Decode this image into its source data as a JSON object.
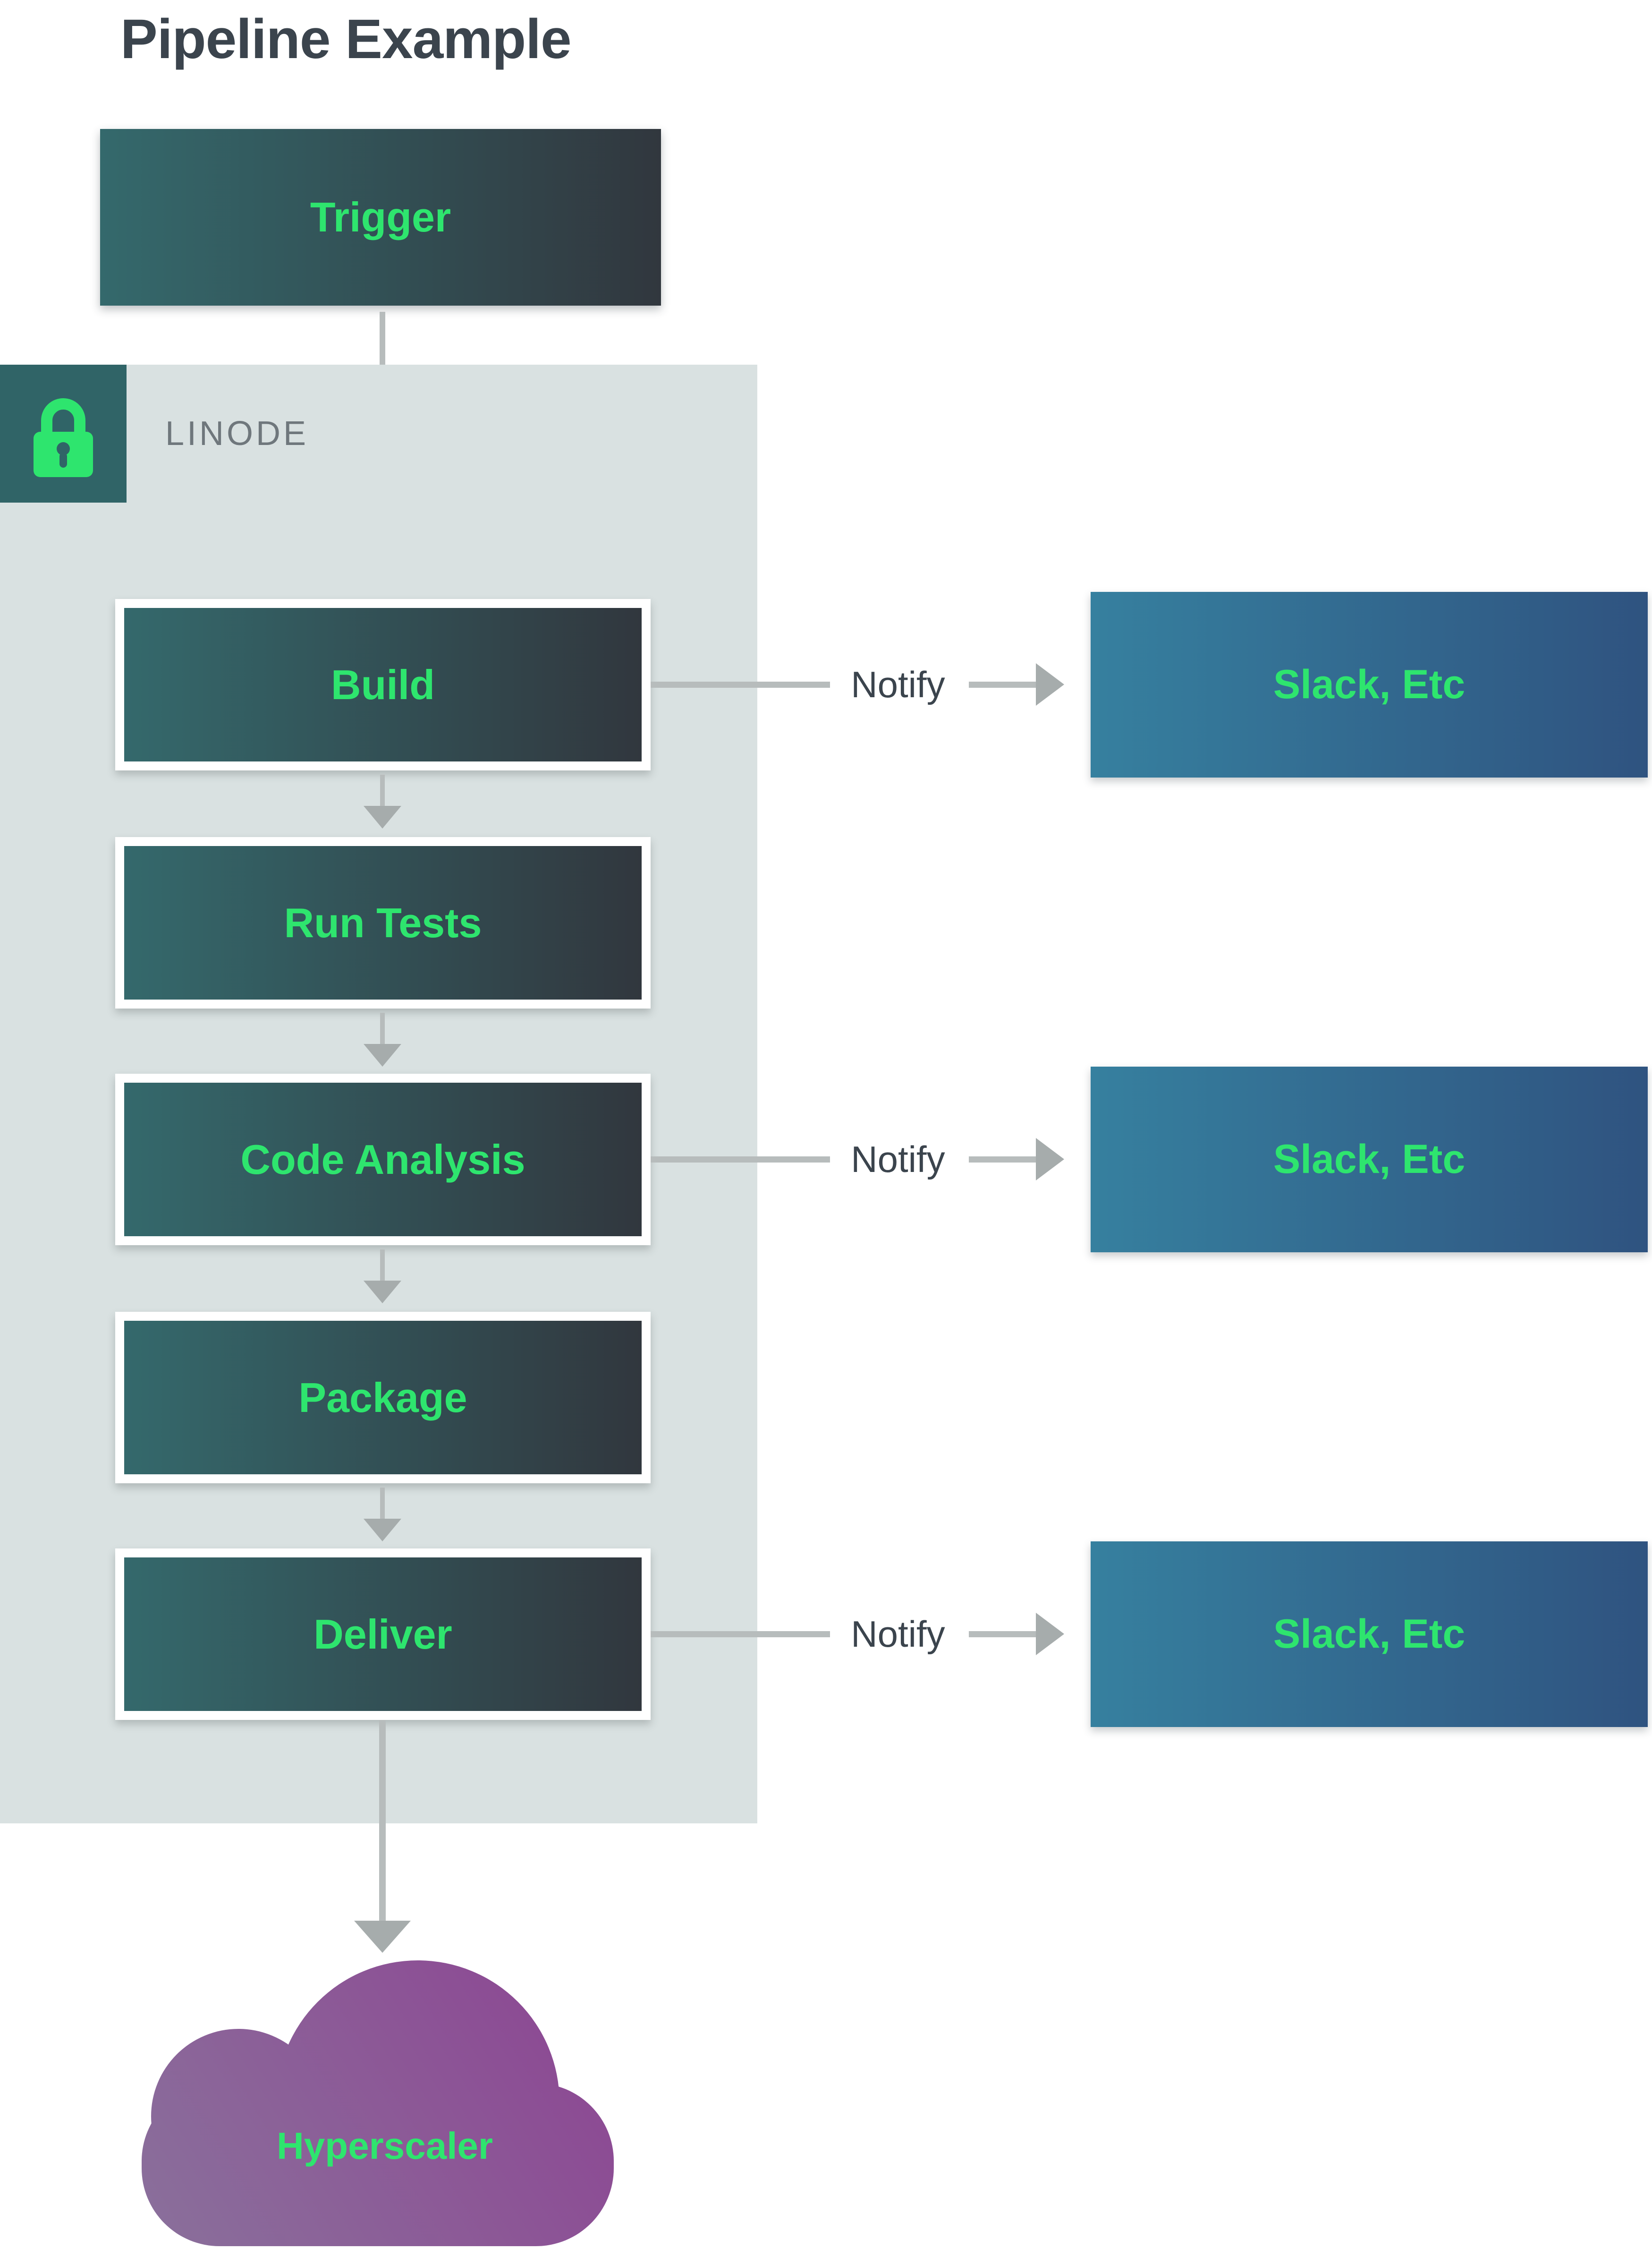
{
  "title": "Pipeline Example",
  "diagram": {
    "trigger": {
      "label": "Trigger"
    },
    "platform": {
      "label": "LINODE",
      "icon": "padlock-icon"
    },
    "stages": [
      {
        "label": "Build",
        "notify": true
      },
      {
        "label": "Run Tests",
        "notify": false
      },
      {
        "label": "Code Analysis",
        "notify": true
      },
      {
        "label": "Package",
        "notify": false
      },
      {
        "label": "Deliver",
        "notify": true
      }
    ],
    "notify_label": "Notify",
    "notify_target": "Slack, Etc",
    "destination": {
      "label": "Hyperscaler",
      "shape": "cloud"
    }
  },
  "colors": {
    "accent_green": "#2ee56e",
    "stage_gradient_start": "#34696c",
    "stage_gradient_end": "#31373e",
    "slack_gradient_start": "#36809f",
    "slack_gradient_end": "#2f5380",
    "container_bg": "#d9e1e1",
    "lock_badge_bg": "#306467",
    "cloud_gradient_start": "#8a6f9b",
    "cloud_gradient_end": "#8d4693",
    "text_dark": "#3b444d",
    "text_gray": "#6f777c",
    "connector_gray": "#b7bcbc",
    "arrowhead_gray": "#a6acac"
  }
}
